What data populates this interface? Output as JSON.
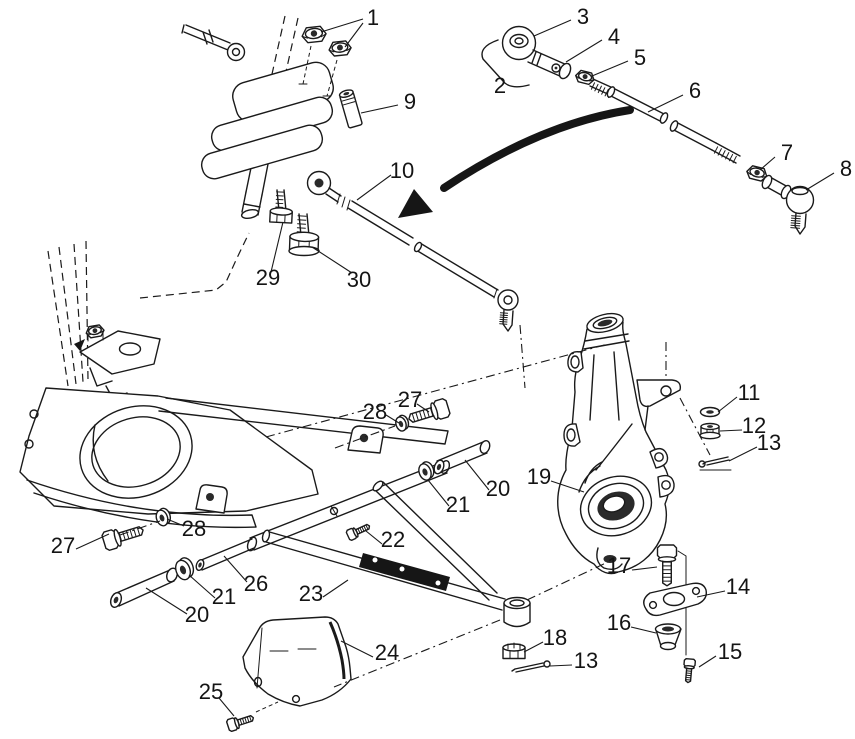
{
  "figure": {
    "background_color": "#ffffff",
    "line_color": "#1a1a1a",
    "kind": "exploded-parts-diagram"
  },
  "callouts": [
    {
      "id": "c0",
      "label": "1"
    },
    {
      "id": "c1",
      "label": "3"
    },
    {
      "id": "c2",
      "label": "4"
    },
    {
      "id": "c3",
      "label": "5"
    },
    {
      "id": "c4",
      "label": "2"
    },
    {
      "id": "c5",
      "label": "6"
    },
    {
      "id": "c6",
      "label": "7"
    },
    {
      "id": "c7",
      "label": "8"
    },
    {
      "id": "c8",
      "label": "9"
    },
    {
      "id": "c9",
      "label": "10"
    },
    {
      "id": "c10",
      "label": "29"
    },
    {
      "id": "c11",
      "label": "30"
    },
    {
      "id": "c12",
      "label": "11"
    },
    {
      "id": "c13",
      "label": "12"
    },
    {
      "id": "c14",
      "label": "13"
    },
    {
      "id": "c15",
      "label": "27"
    },
    {
      "id": "c16",
      "label": "28"
    },
    {
      "id": "c17",
      "label": "19"
    },
    {
      "id": "c18",
      "label": "20"
    },
    {
      "id": "c19",
      "label": "21"
    },
    {
      "id": "c20",
      "label": "28"
    },
    {
      "id": "c21",
      "label": "27"
    },
    {
      "id": "c22",
      "label": "22"
    },
    {
      "id": "c23",
      "label": "26"
    },
    {
      "id": "c24",
      "label": "23"
    },
    {
      "id": "c25",
      "label": "21"
    },
    {
      "id": "c26",
      "label": "20"
    },
    {
      "id": "c27",
      "label": "17"
    },
    {
      "id": "c28",
      "label": "14"
    },
    {
      "id": "c29",
      "label": "16"
    },
    {
      "id": "c30",
      "label": "18"
    },
    {
      "id": "c31",
      "label": "13"
    },
    {
      "id": "c32",
      "label": "15"
    },
    {
      "id": "c33",
      "label": "24"
    },
    {
      "id": "c34",
      "label": "25"
    }
  ]
}
